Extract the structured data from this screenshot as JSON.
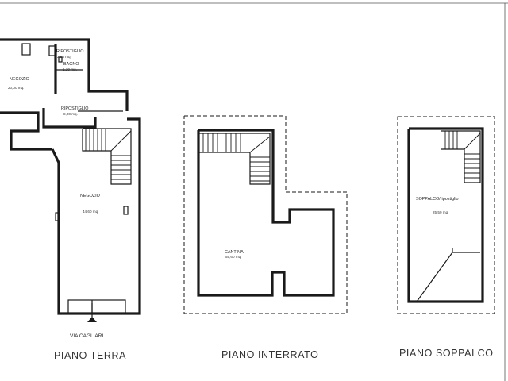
{
  "plans": [
    {
      "title": "PIANO TERRA",
      "rooms": [
        {
          "name": "NEGOZIO",
          "area": "20,00 mq."
        },
        {
          "name": "RIPOSTIGLIO",
          "area": "2,58 mq."
        },
        {
          "name": "BAGNO",
          "area": "1,20 mq."
        },
        {
          "name": "RIPOSTIGLIO",
          "area": "8,00 mq."
        },
        {
          "name": "NEGOZIO",
          "area": "44,60 mq."
        }
      ],
      "street": "VIA CAGLIARI"
    },
    {
      "title": "PIANO INTERRATO",
      "rooms": [
        {
          "name": "CANTINA",
          "area": "55,60 mq."
        }
      ]
    },
    {
      "title": "PIANO SOPPALCO",
      "rooms": [
        {
          "name": "SOPPALCO/ripostiglio",
          "area": "25,59 mq."
        }
      ]
    }
  ]
}
